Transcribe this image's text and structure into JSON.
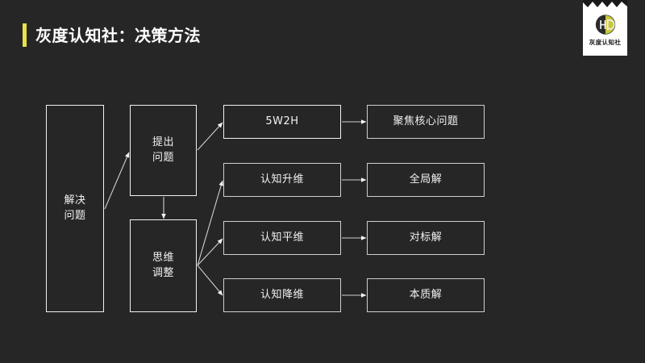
{
  "header": {
    "title": "灰度认知社：决策方法",
    "accent_color": "#e8e24a"
  },
  "logo": {
    "name": "灰度认知社",
    "monogram": "HD",
    "background": "#ffffff",
    "accent_color": "#c9c93a"
  },
  "canvas": {
    "background": "#262626",
    "line_color": "#f2f2f2"
  },
  "diagram": {
    "type": "flowchart",
    "nodes": {
      "solve": "解决\n问题",
      "raise": "提出\n问题",
      "adjust": "思维\n调整",
      "method_5w2h": "5W2H",
      "method_up": "认知升维",
      "method_flat": "认知平维",
      "method_down": "认知降维",
      "result_focus": "聚焦核心问题",
      "result_global": "全局解",
      "result_bench": "对标解",
      "result_essence": "本质解"
    },
    "edges": [
      {
        "from": "solve",
        "to": "raise"
      },
      {
        "from": "raise",
        "to": "adjust"
      },
      {
        "from": "raise",
        "to": "method_5w2h"
      },
      {
        "from": "adjust",
        "to": "method_up"
      },
      {
        "from": "adjust",
        "to": "method_flat"
      },
      {
        "from": "adjust",
        "to": "method_down"
      },
      {
        "from": "method_5w2h",
        "to": "result_focus"
      },
      {
        "from": "method_up",
        "to": "result_global"
      },
      {
        "from": "method_flat",
        "to": "result_bench"
      },
      {
        "from": "method_down",
        "to": "result_essence"
      }
    ]
  }
}
